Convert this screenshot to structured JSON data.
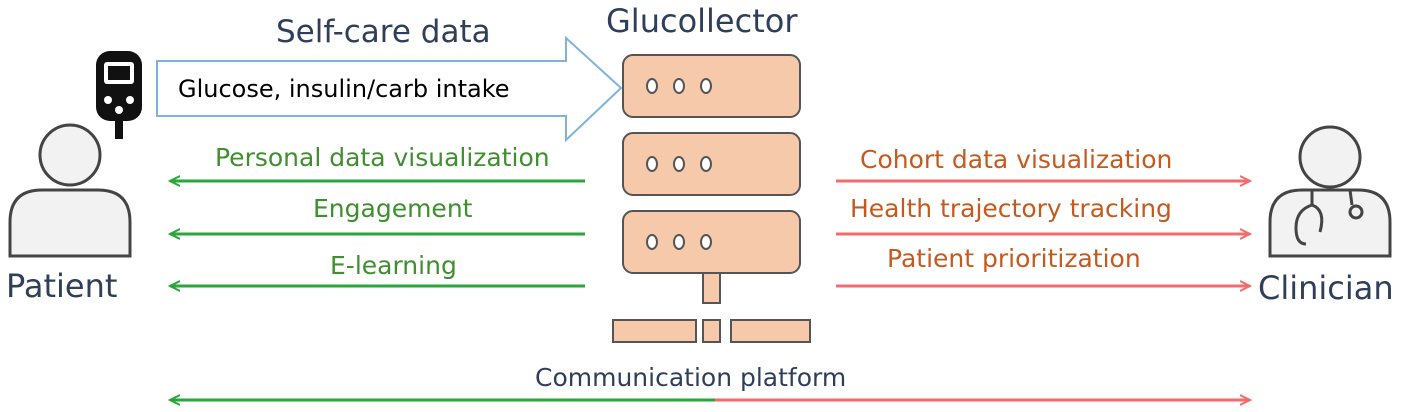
{
  "diagram": {
    "server_title": "Glucollector",
    "input_arrow": {
      "title": "Self-care data",
      "label": "Glucose, insulin/carb intake"
    },
    "patient": {
      "label": "Patient"
    },
    "clinician": {
      "label": "Clinician"
    },
    "patient_outputs": [
      {
        "label": "Personal data visualization"
      },
      {
        "label": "Engagement"
      },
      {
        "label": "E-learning"
      }
    ],
    "clinician_outputs": [
      {
        "label": "Cohort data visualization"
      },
      {
        "label": "Health trajectory tracking"
      },
      {
        "label": "Patient prioritization"
      }
    ],
    "communication": {
      "label": "Communication platform"
    },
    "colors": {
      "patient_arrow": "#2aa63a",
      "clinician_arrow": "#f36b6b",
      "server_fill": "#f6c9aa",
      "server_stroke": "#555555",
      "input_arrow_stroke": "#7fb2dd",
      "person_stroke": "#444444",
      "person_fill": "#f2f2f2"
    },
    "icons": {
      "glucometer": "glucometer-icon",
      "patient": "patient-icon",
      "clinician": "clinician-icon",
      "server": "server-icon"
    }
  }
}
